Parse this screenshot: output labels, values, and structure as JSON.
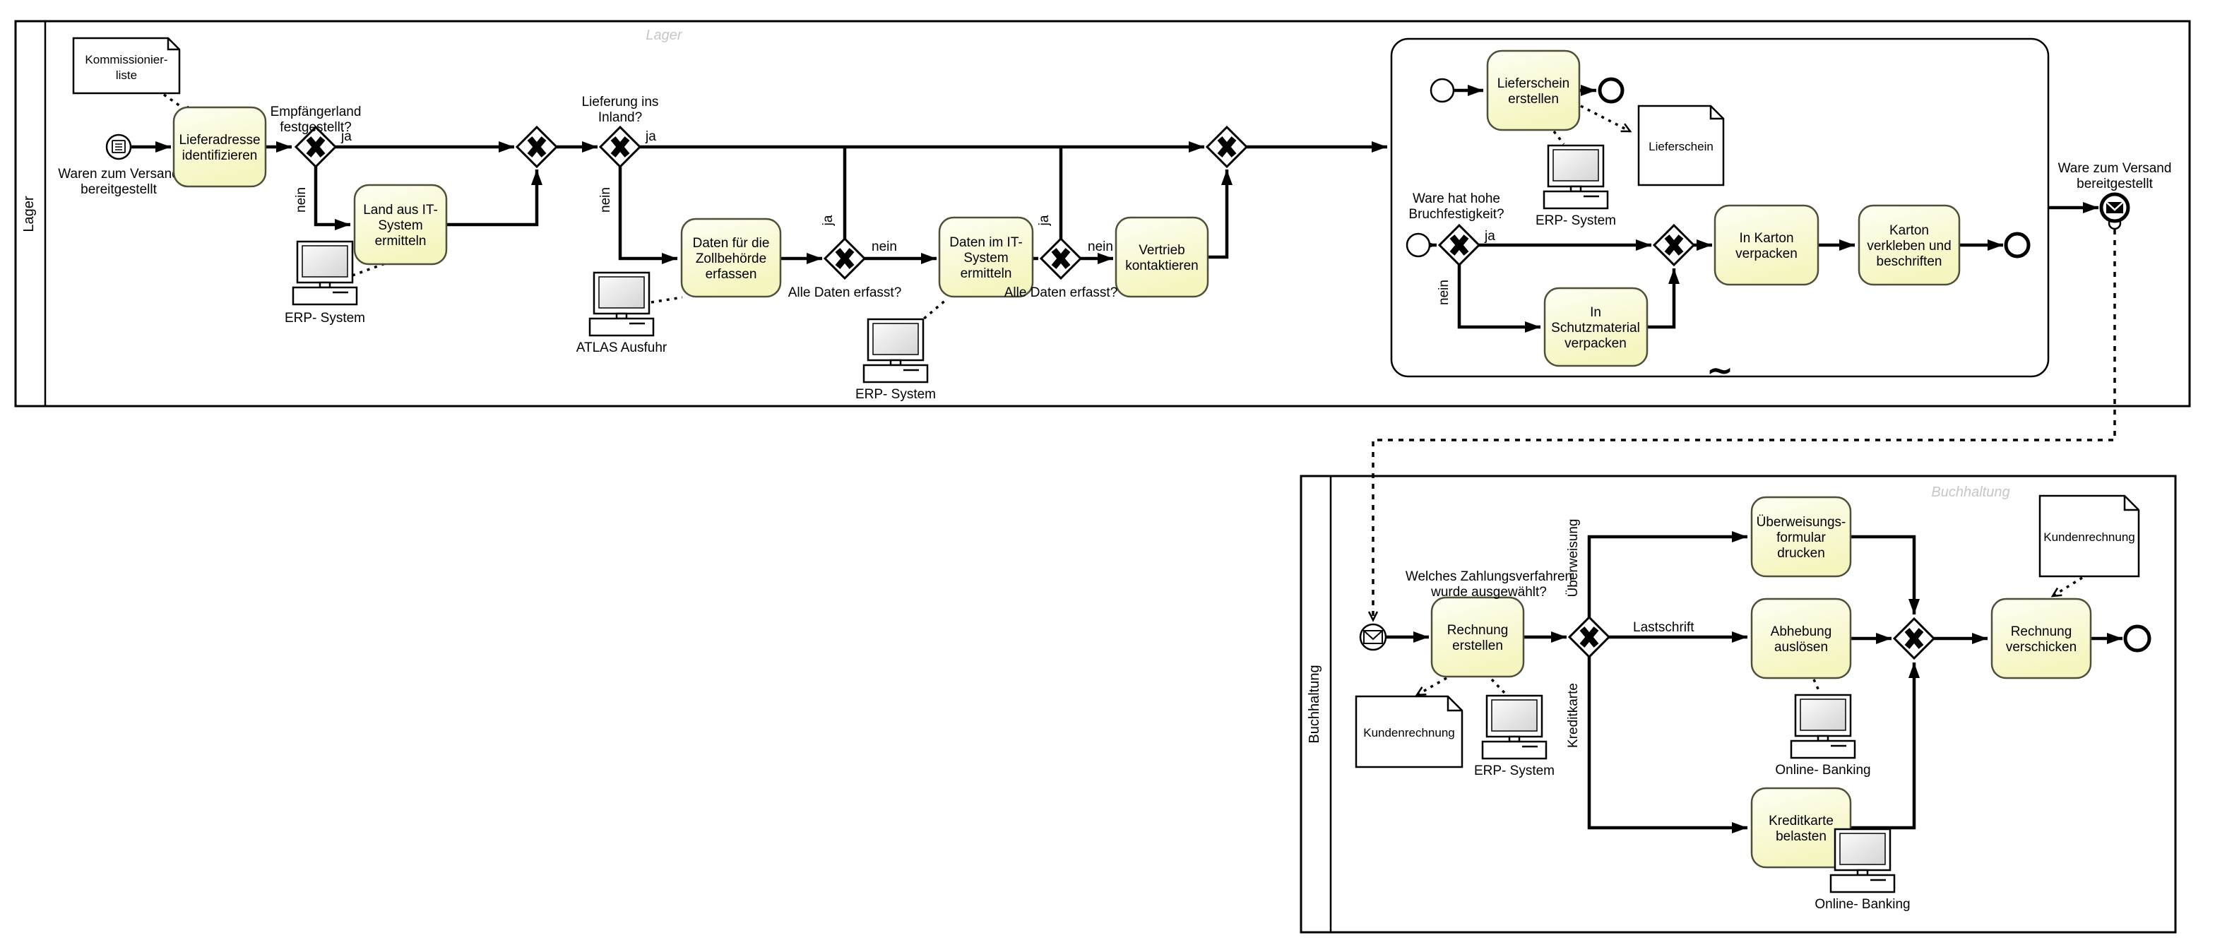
{
  "pools": {
    "lager": {
      "label": "Lager",
      "watermark": "Lager"
    },
    "buchhaltung": {
      "label": "Buchhaltung",
      "watermark": "Buchhaltung"
    }
  },
  "events": {
    "start_waren": {
      "l1": "Waren zum Versand",
      "l2": "bereitgestellt"
    },
    "end_ware": {
      "l1": "Ware zum Versand",
      "l2": "bereitgestellt"
    }
  },
  "tasks": {
    "lieferadresse": {
      "l1": "Lieferadresse",
      "l2": "identifizieren"
    },
    "land_aus_it_system": {
      "l1": "Land aus IT-",
      "l2": "System",
      "l3": "ermitteln"
    },
    "daten_zollbehoerde": {
      "l1": "Daten für die",
      "l2": "Zollbehörde",
      "l3": "erfassen"
    },
    "daten_im_it_system": {
      "l1": "Daten im IT-",
      "l2": "System",
      "l3": "ermitteln"
    },
    "vertrieb_kontaktieren": {
      "l1": "Vertrieb",
      "l2": "kontaktieren"
    },
    "lieferschein_erstellen": {
      "l1": "Lieferschein",
      "l2": "erstellen"
    },
    "in_schutzmaterial": {
      "l1": "In",
      "l2": "Schutzmaterial",
      "l3": "verpacken"
    },
    "in_karton": {
      "l1": "In Karton",
      "l2": "verpacken"
    },
    "karton_verkleben": {
      "l1": "Karton",
      "l2": "verkleben und",
      "l3": "beschriften"
    },
    "rechnung_erstellen": {
      "l1": "Rechnung",
      "l2": "erstellen"
    },
    "ueberweisungsformular": {
      "l1": "Überweisungs-",
      "l2": "formular",
      "l3": "drucken"
    },
    "abhebung_ausloesen": {
      "l1": "Abhebung",
      "l2": "auslösen"
    },
    "kreditkarte_belasten": {
      "l1": "Kreditkarte",
      "l2": "belasten"
    },
    "rechnung_verschicken": {
      "l1": "Rechnung",
      "l2": "verschicken"
    }
  },
  "gateways": {
    "empfaengerland": {
      "q1": "Empfängerland",
      "q2": "festgestellt?",
      "yes": "ja",
      "no": "nein"
    },
    "lieferung_inland": {
      "q1": "Lieferung ins",
      "q2": "Inland?",
      "yes": "ja",
      "no": "nein"
    },
    "alle_daten_1": {
      "q": "Alle Daten erfasst?",
      "yes": "ja",
      "no": "nein"
    },
    "alle_daten_2": {
      "q": "Alle Daten erfasst?",
      "yes": "ja",
      "no": "nein"
    },
    "bruchfestigkeit": {
      "q1": "Ware hat hohe",
      "q2": "Bruchfestigkeit?",
      "yes": "ja",
      "no": "nein"
    },
    "zahlungsverfahren": {
      "q1": "Welches Zahlungsverfahren",
      "q2": "wurde ausgewählt?",
      "opt1": "Überweisung",
      "opt2": "Lastschrift",
      "opt3": "Kreditkarte"
    }
  },
  "documents": {
    "kommissionierliste": {
      "l1": "Kommissionier-",
      "l2": "liste"
    },
    "lieferschein": {
      "l1": "Lieferschein"
    },
    "kundenrechnung_1": {
      "l1": "Kundenrechnung"
    },
    "kundenrechnung_2": {
      "l1": "Kundenrechnung"
    }
  },
  "systems": {
    "erp_1": {
      "label": "ERP- System"
    },
    "atlas": {
      "label": "ATLAS Ausfuhr"
    },
    "erp_2": {
      "label": "ERP- System"
    },
    "erp_3": {
      "label": "ERP- System"
    },
    "erp_4": {
      "label": "ERP- System"
    },
    "online_banking_1": {
      "label": "Online- Banking"
    },
    "online_banking_2": {
      "label": "Online- Banking"
    }
  },
  "markers": {
    "adhoc": "~"
  }
}
